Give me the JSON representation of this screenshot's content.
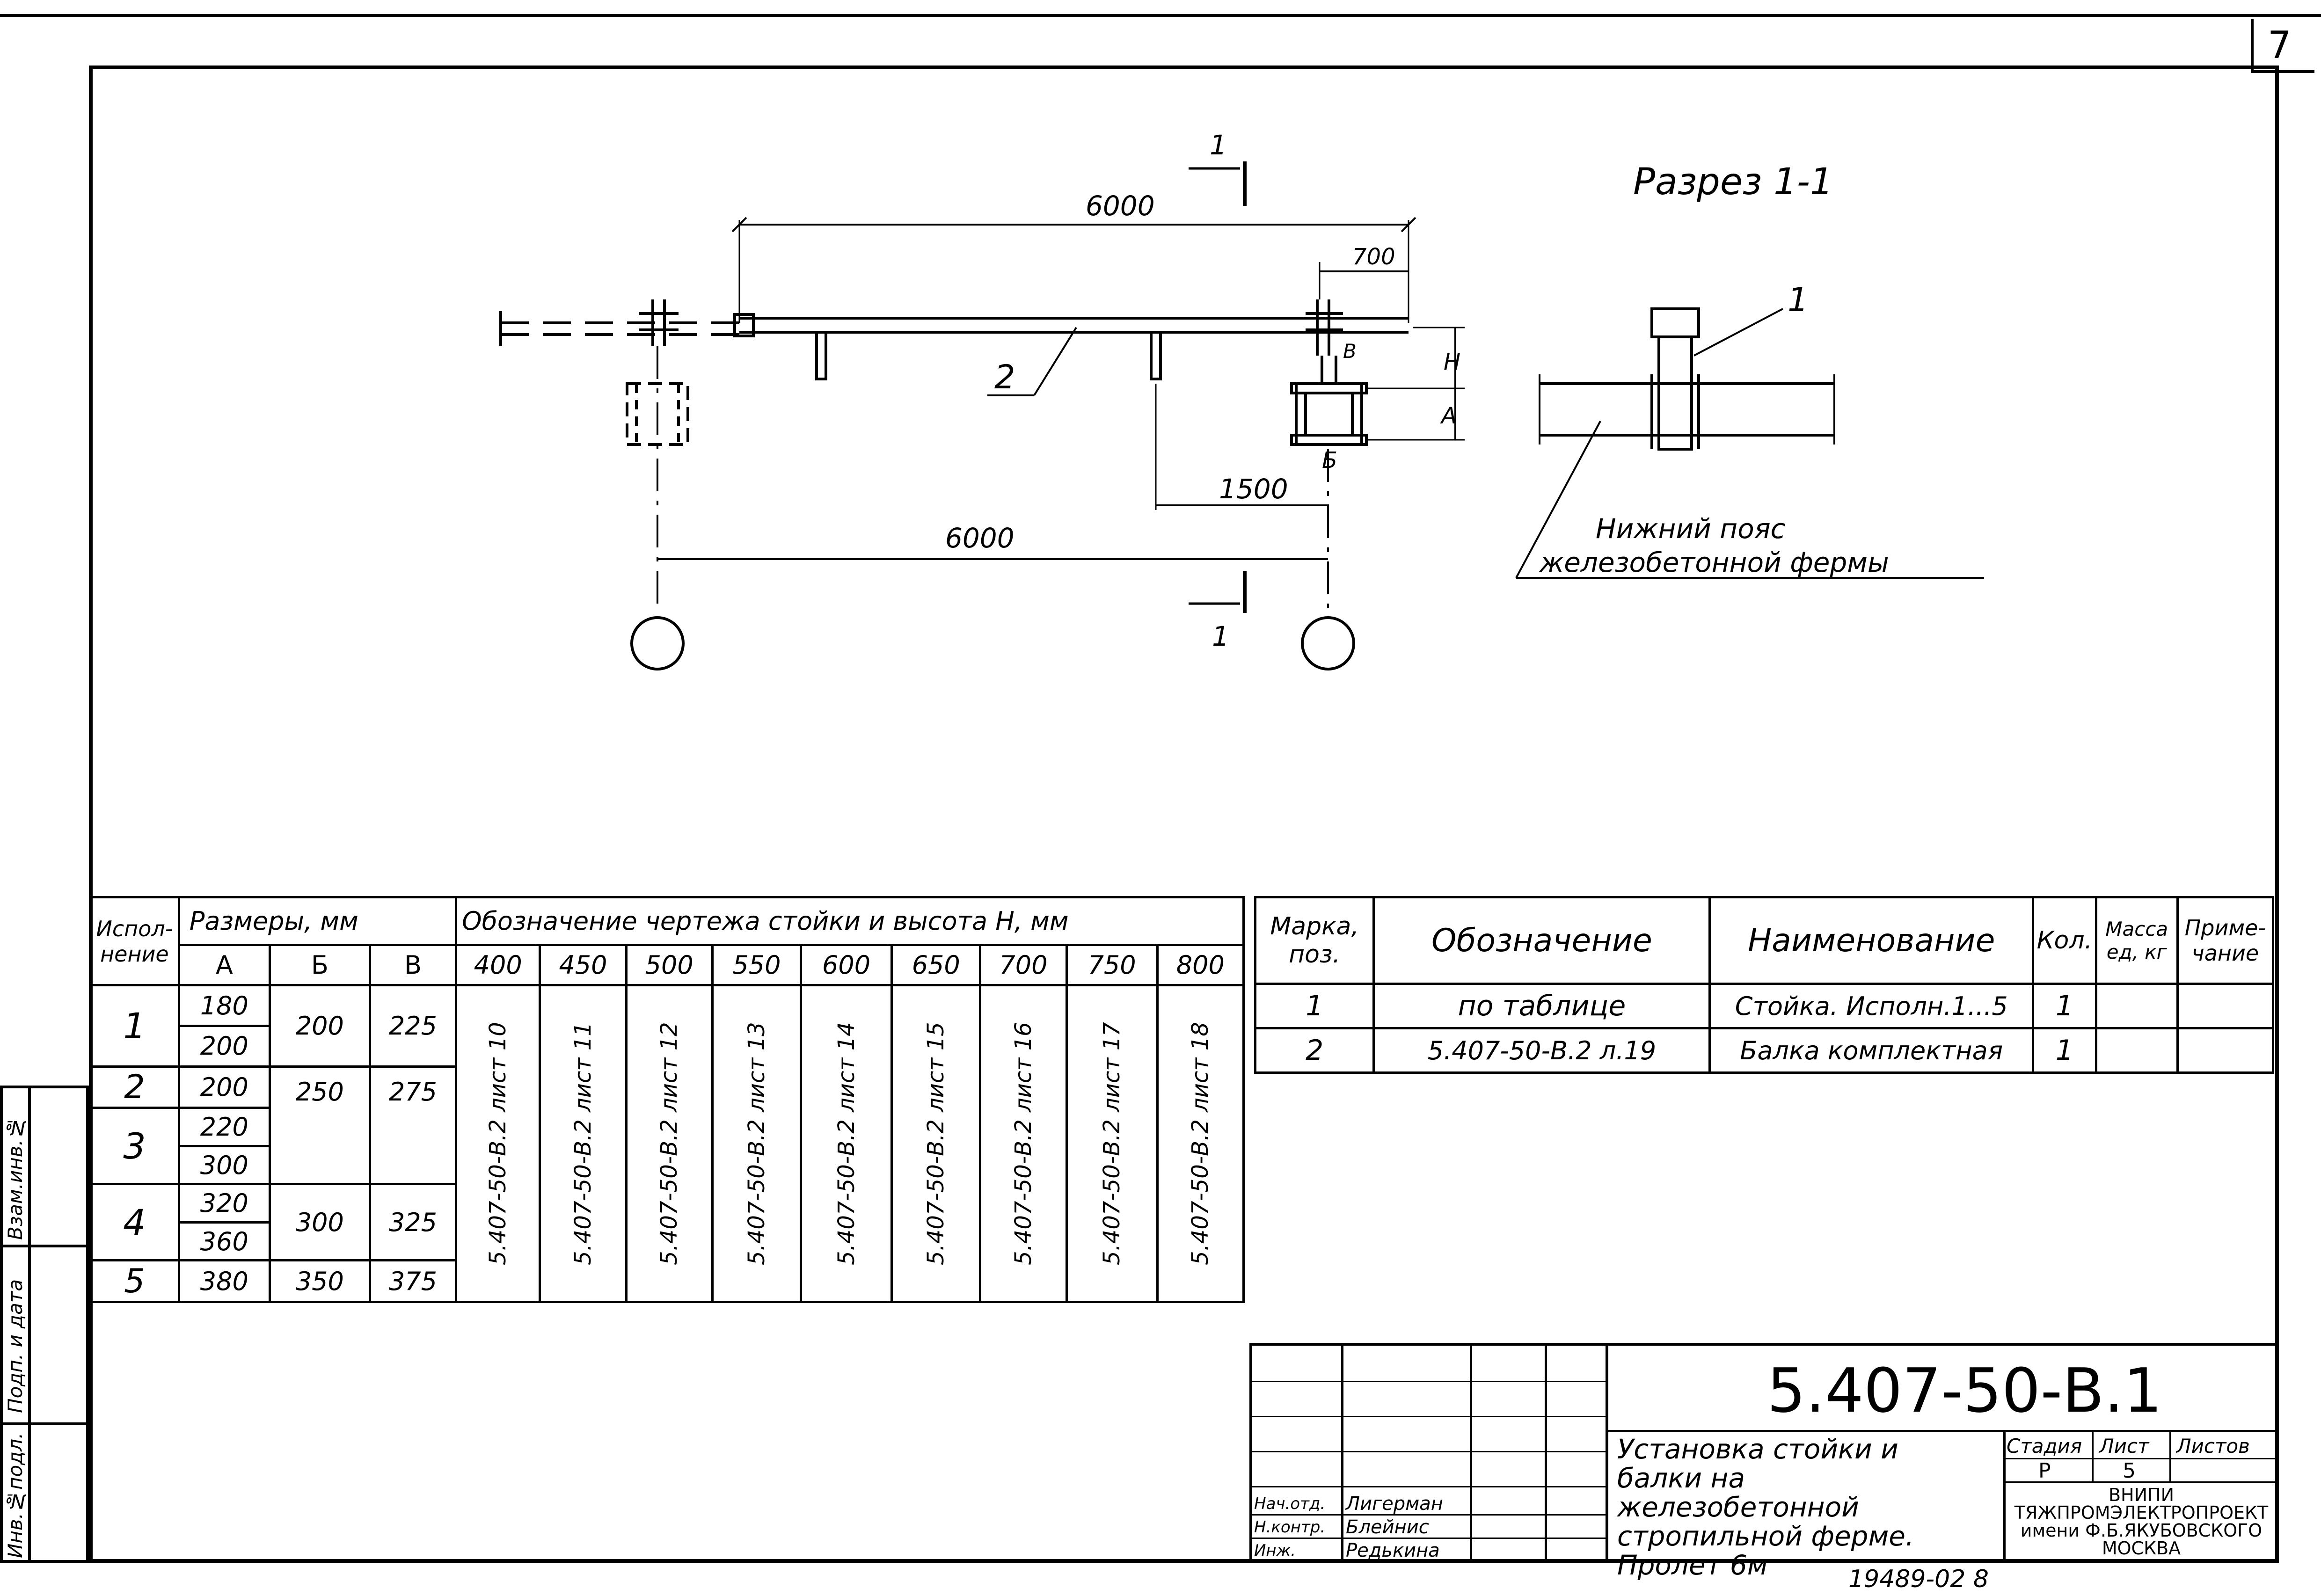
{
  "sheet_number": "7",
  "section_title": "Разрез 1-1",
  "plan": {
    "cut_mark_label": "1",
    "dim_top": "6000",
    "dim_700": "700",
    "dim_V": "В",
    "dim_H": "Н",
    "dim_A": "А",
    "dim_B": "Б",
    "dim_1500": "1500",
    "dim_bottom": "6000",
    "beam_pos": "2"
  },
  "section": {
    "pos_label": "1",
    "caption_line1": "Нижний пояс",
    "caption_line2": "железобетонной фермы"
  },
  "exec_table": {
    "h_exec": "Испол-нение",
    "h_sizes": "Размеры, мм",
    "h_drawing": "Обозначение чертежа стойки и высота Н, мм",
    "h_A": "А",
    "h_B": "Б",
    "h_V": "В",
    "heights": [
      "400",
      "450",
      "500",
      "550",
      "600",
      "650",
      "700",
      "750",
      "800"
    ],
    "rows": [
      {
        "exec": "1",
        "A": [
          "180",
          "200"
        ],
        "B": "200",
        "V": "225"
      },
      {
        "exec": "2",
        "A": [
          "200"
        ],
        "B": "250",
        "V": "275"
      },
      {
        "exec": "3",
        "A": [
          "220",
          "300"
        ],
        "B": "",
        "V": ""
      },
      {
        "exec": "4",
        "A": [
          "320",
          "360"
        ],
        "B": "300",
        "V": "325"
      },
      {
        "exec": "5",
        "A": [
          "380"
        ],
        "B": "350",
        "V": "375"
      }
    ],
    "drawings": [
      "5.407-50-В.2 лист 10",
      "5.407-50-В.2 лист 11",
      "5.407-50-В.2 лист 12",
      "5.407-50-В.2 лист 13",
      "5.407-50-В.2 лист 14",
      "5.407-50-В.2 лист 15",
      "5.407-50-В.2 лист 16",
      "5.407-50-В.2 лист 17",
      "5.407-50-В.2 лист 18"
    ]
  },
  "spec_table": {
    "h_mark": "Марка, поз.",
    "h_designation": "Обозначение",
    "h_name": "Наименование",
    "h_qty": "Кол.",
    "h_mass": "Масса ед, кг",
    "h_note": "Приме-чание",
    "rows": [
      {
        "mark": "1",
        "designation": "по таблице",
        "name": "Стойка. Исполн.1...5",
        "qty": "1"
      },
      {
        "mark": "2",
        "designation": "5.407-50-В.2 л.19",
        "name": "Балка комплектная",
        "qty": "1"
      }
    ]
  },
  "title_block": {
    "code": "5.407-50-В.1",
    "title": "Установка стойки и балки на железобетонной стропильной ферме. Пролет 6м",
    "stage_h": "Стадия",
    "sheet_h": "Лист",
    "sheets_h": "Листов",
    "stage": "Р",
    "sheet": "5",
    "org": "ВНИПИ ТЯЖПРОМЭЛЕКТРОПРОЕКТ имени Ф.Б.ЯКУБОВСКОГО МОСКВА",
    "people": [
      {
        "role": "Нач.отд.",
        "name": "Лигерман"
      },
      {
        "role": "Н.контр.",
        "name": "Блейнис"
      },
      {
        "role": "Инж.",
        "name": "Редькина"
      }
    ],
    "bottom_number": "19489-02 8"
  },
  "side_stamps": [
    "Взам.инв.№",
    "Подп. и дата",
    "Инв.№подл."
  ]
}
